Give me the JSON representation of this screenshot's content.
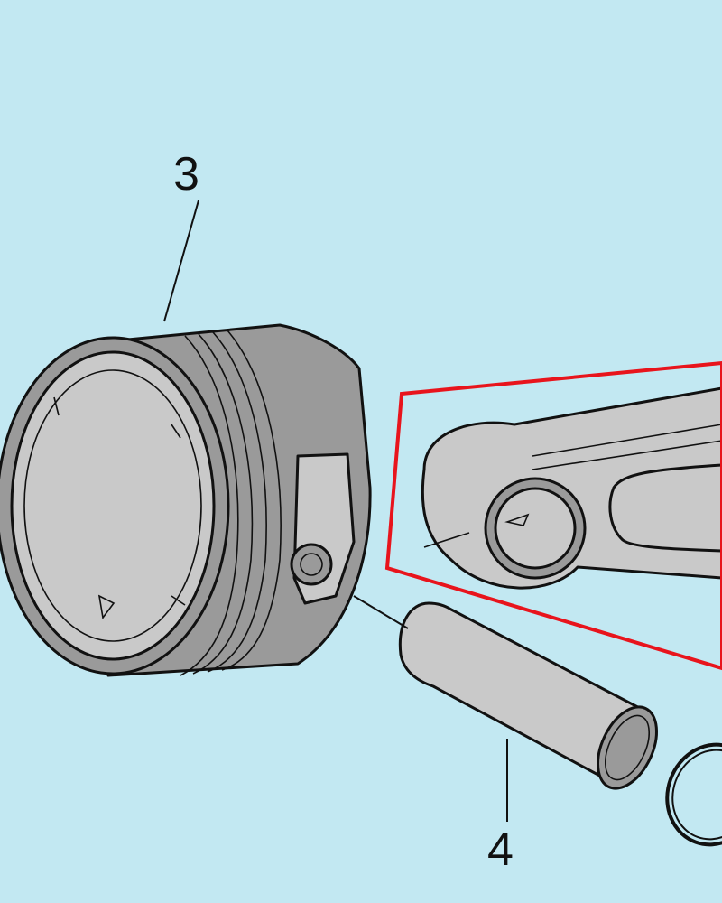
{
  "diagram": {
    "background": "#c2e8f2",
    "part_fill": "#c9c9c9",
    "part_shade": "#9a9a9a",
    "outline_color": "#111111",
    "highlight_color": "#e8141c",
    "callouts": [
      {
        "id": "piston",
        "label": "3"
      },
      {
        "id": "piston-pin",
        "label": "4"
      }
    ]
  }
}
